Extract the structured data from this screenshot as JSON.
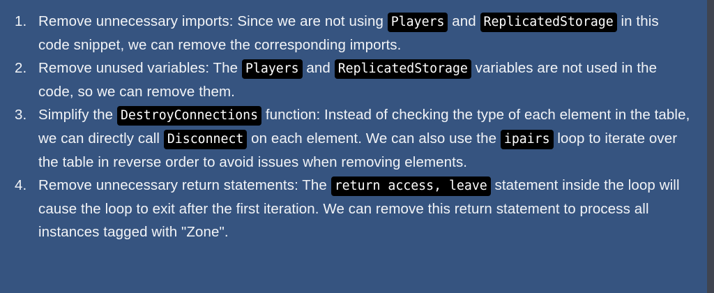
{
  "page": {
    "background_color": "#365480",
    "gutter_color": "#3f4450",
    "text_color": "#f2f4f7",
    "code_background_color": "#000000",
    "code_text_color": "#ffffff"
  },
  "list": {
    "markers": [
      "1.",
      "2.",
      "3.",
      "4."
    ],
    "items": [
      {
        "marker": "1.",
        "parts": [
          {
            "type": "text",
            "value": "Remove unnecessary imports: Since we are not using "
          },
          {
            "type": "code",
            "value": "Players"
          },
          {
            "type": "text",
            "value": " and "
          },
          {
            "type": "code",
            "value": "ReplicatedStorage"
          },
          {
            "type": "text",
            "value": " in this code snippet, we can remove the corresponding imports."
          }
        ]
      },
      {
        "marker": "2.",
        "parts": [
          {
            "type": "text",
            "value": "Remove unused variables: The "
          },
          {
            "type": "code",
            "value": "Players"
          },
          {
            "type": "text",
            "value": " and "
          },
          {
            "type": "code",
            "value": "ReplicatedStorage"
          },
          {
            "type": "text",
            "value": " variables are not used in the code, so we can remove them."
          }
        ]
      },
      {
        "marker": "3.",
        "parts": [
          {
            "type": "text",
            "value": "Simplify the "
          },
          {
            "type": "code",
            "value": "DestroyConnections"
          },
          {
            "type": "text",
            "value": " function: Instead of checking the type of each element in the table, we can directly call "
          },
          {
            "type": "code",
            "value": "Disconnect"
          },
          {
            "type": "text",
            "value": " on each element. We can also use the "
          },
          {
            "type": "code",
            "value": "ipairs"
          },
          {
            "type": "text",
            "value": " loop to iterate over the table in reverse order to avoid issues when removing elements."
          }
        ]
      },
      {
        "marker": "4.",
        "parts": [
          {
            "type": "text",
            "value": "Remove unnecessary return statements: The "
          },
          {
            "type": "code",
            "value": "return access, leave"
          },
          {
            "type": "text",
            "value": " statement inside the loop will cause the loop to exit after the first iteration. We can remove this return statement to process all instances tagged with \"Zone\"."
          }
        ]
      }
    ]
  }
}
